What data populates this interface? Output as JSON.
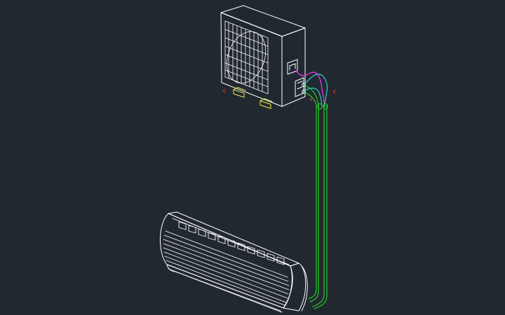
{
  "drawing": {
    "background": "#212830",
    "colors": {
      "outline": "#ffffff",
      "pipe": "#22dd22",
      "power_wire": "#ff33ff",
      "signal_wire": "#33cccc",
      "feet": "#e8e84a",
      "markers": "#ff3333"
    },
    "components": [
      {
        "name": "outdoor-condenser-unit",
        "icon": "ac-outdoor-unit"
      },
      {
        "name": "indoor-split-unit",
        "icon": "ac-indoor-unit"
      },
      {
        "name": "refrigerant-lines",
        "icon": "pipe"
      }
    ]
  }
}
